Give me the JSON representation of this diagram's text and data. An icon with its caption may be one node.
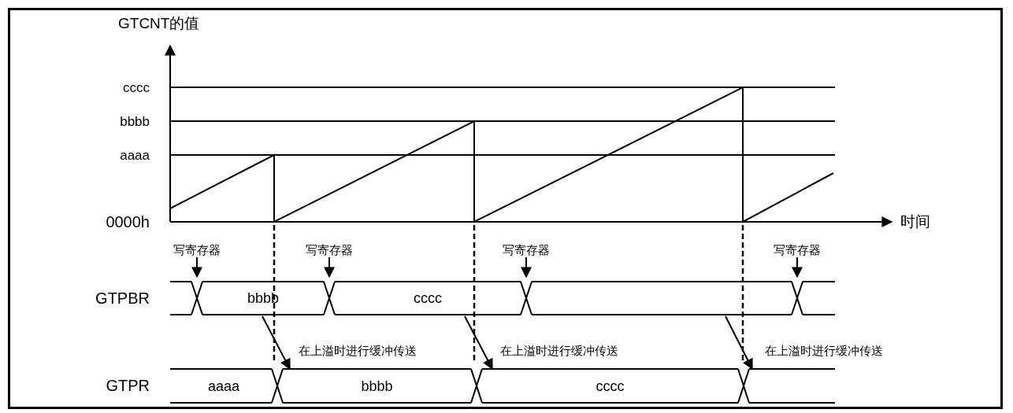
{
  "diagram": {
    "nodes": [
      {
        "text": [
          "写寄存器"
        ]
      },
      {
        "text": [
          "写寄存器"
        ]
      },
      {
        "text": [
          "写寄存器"
        ]
      },
      {
        "text": [
          "写寄存器"
        ]
      },
      {
        "text": [],
        "shape": "hexagon"
      },
      {
        "text": [
          "bbbb"
        ]
      },
      {
        "text": [
          "cccc"
        ]
      },
      {
        "text": [],
        "shape": "hexagon"
      },
      {
        "text": [],
        "shape": "hexagon"
      },
      {
        "text": [
          "aaaa"
        ]
      },
      {
        "text": [
          "bbbb"
        ]
      },
      {
        "text": [
          "cccc"
        ]
      },
      {
        "text": [],
        "shape": "hexagon"
      }
    ],
    "edges": [
      {
        "from": 0,
        "to": null,
        "arrow": "to"
      },
      {
        "from": 1,
        "to": null,
        "arrow": "to"
      },
      {
        "from": 2,
        "to": null,
        "arrow": "to"
      },
      {
        "from": 3,
        "to": null,
        "arrow": "to"
      },
      {
        "from": 5,
        "to": 10,
        "arrow": "to",
        "label": "在上溢时进行缓冲传送"
      },
      {
        "from": 6,
        "to": 11,
        "arrow": "to",
        "label": "在上溢时进行缓冲传送"
      },
      {
        "from": 7,
        "to": 12,
        "arrow": "to",
        "label": "在上溢时进行缓冲传送"
      }
    ],
    "labels": [
      "GTCNT的值",
      "cccc",
      "bbbb",
      "aaaa",
      "0000h",
      "时间",
      "GTPBR",
      "GTPR"
    ]
  }
}
